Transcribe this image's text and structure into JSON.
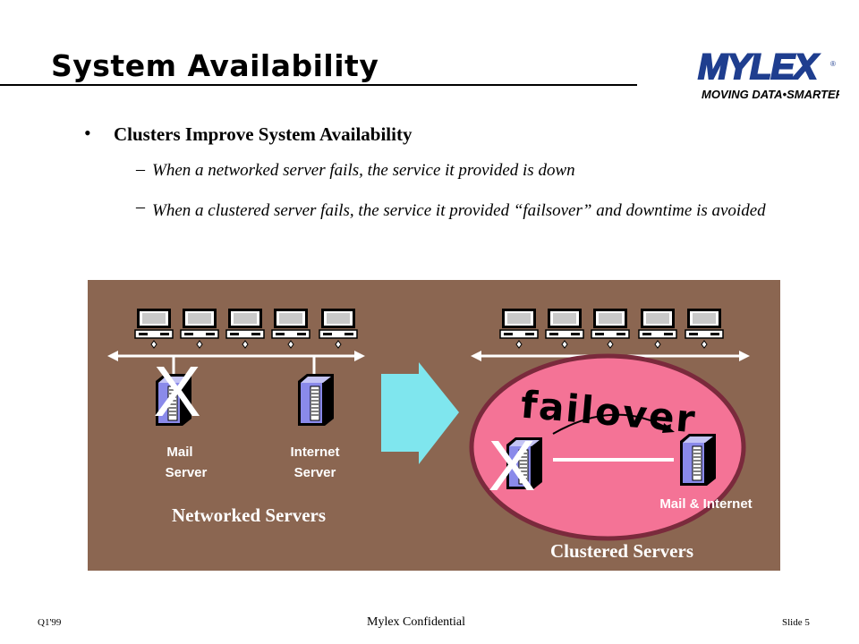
{
  "slide": {
    "title": "System Availability",
    "logo": {
      "name": "MYLEX",
      "tagline": "MOVING DATA • SMARTER"
    },
    "bullet": "Clusters Improve System Availability",
    "subpoints": [
      "When a networked server fails, the service it provided is down",
      "When a clustered server fails, the service it provided  “failsover” and downtime is avoided"
    ]
  },
  "diagram": {
    "networked": {
      "caption": "Networked Servers",
      "mail_label_1": "Mail",
      "mail_label_2": "Server",
      "internet_label_1": "Internet",
      "internet_label_2": "Server"
    },
    "clustered": {
      "caption": "Clustered Servers",
      "failover": "failover",
      "node_label": "Mail & Internet"
    },
    "colors": {
      "panel": "#8b6651",
      "arrow": "#7fe6ee",
      "ellipse_fill": "#f47396",
      "ellipse_border": "#7a2a3c",
      "server": "#8a8aea"
    }
  },
  "footer": {
    "left": "Q1'99",
    "center": "Mylex Confidential",
    "right": "Slide  5"
  }
}
